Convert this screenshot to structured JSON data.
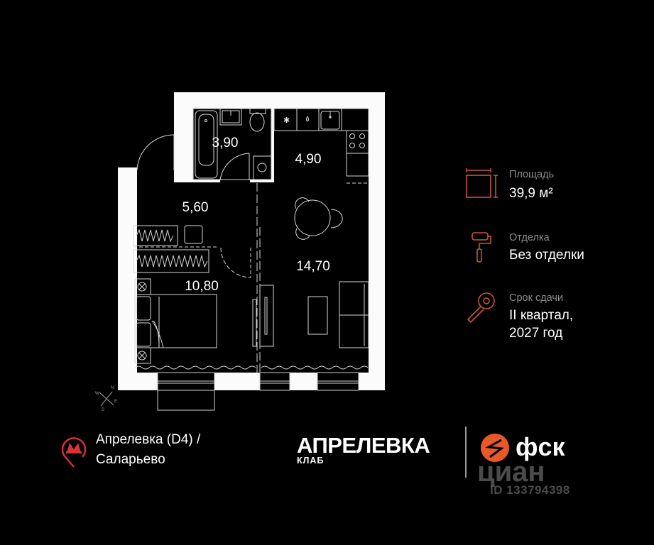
{
  "floor_plan": {
    "rooms": [
      {
        "id": "bathroom",
        "area": "3,90"
      },
      {
        "id": "kitchen",
        "area": "4,90"
      },
      {
        "id": "hallway",
        "area": "5,60"
      },
      {
        "id": "living",
        "area": "14,70"
      },
      {
        "id": "bedroom",
        "area": "10,80"
      }
    ],
    "compass": {
      "north": "N",
      "east": "E",
      "south": "S",
      "west": "W"
    }
  },
  "specs": {
    "area": {
      "label": "Площадь",
      "value": "39,9 м²"
    },
    "finish": {
      "label": "Отделка",
      "value": "Без отделки"
    },
    "delivery": {
      "label": "Срок сдачи",
      "value_line1": "II квартал,",
      "value_line2": "2027 год"
    }
  },
  "metro": {
    "line1": "Апрелевка (D4)  /",
    "line2": "Саларьево",
    "icon": "metro-icon"
  },
  "brand": {
    "name": "АПРЕЛЕВКА",
    "sub": "КЛАБ"
  },
  "developer": {
    "name": "фск"
  },
  "watermark": {
    "name": "циан",
    "id": "ID 133794398"
  },
  "colors": {
    "accent": "#E8592A",
    "icon_stroke": "#C8553A",
    "label": "#8C8C8C",
    "background": "#000000",
    "wall": "#FFFFFF"
  }
}
